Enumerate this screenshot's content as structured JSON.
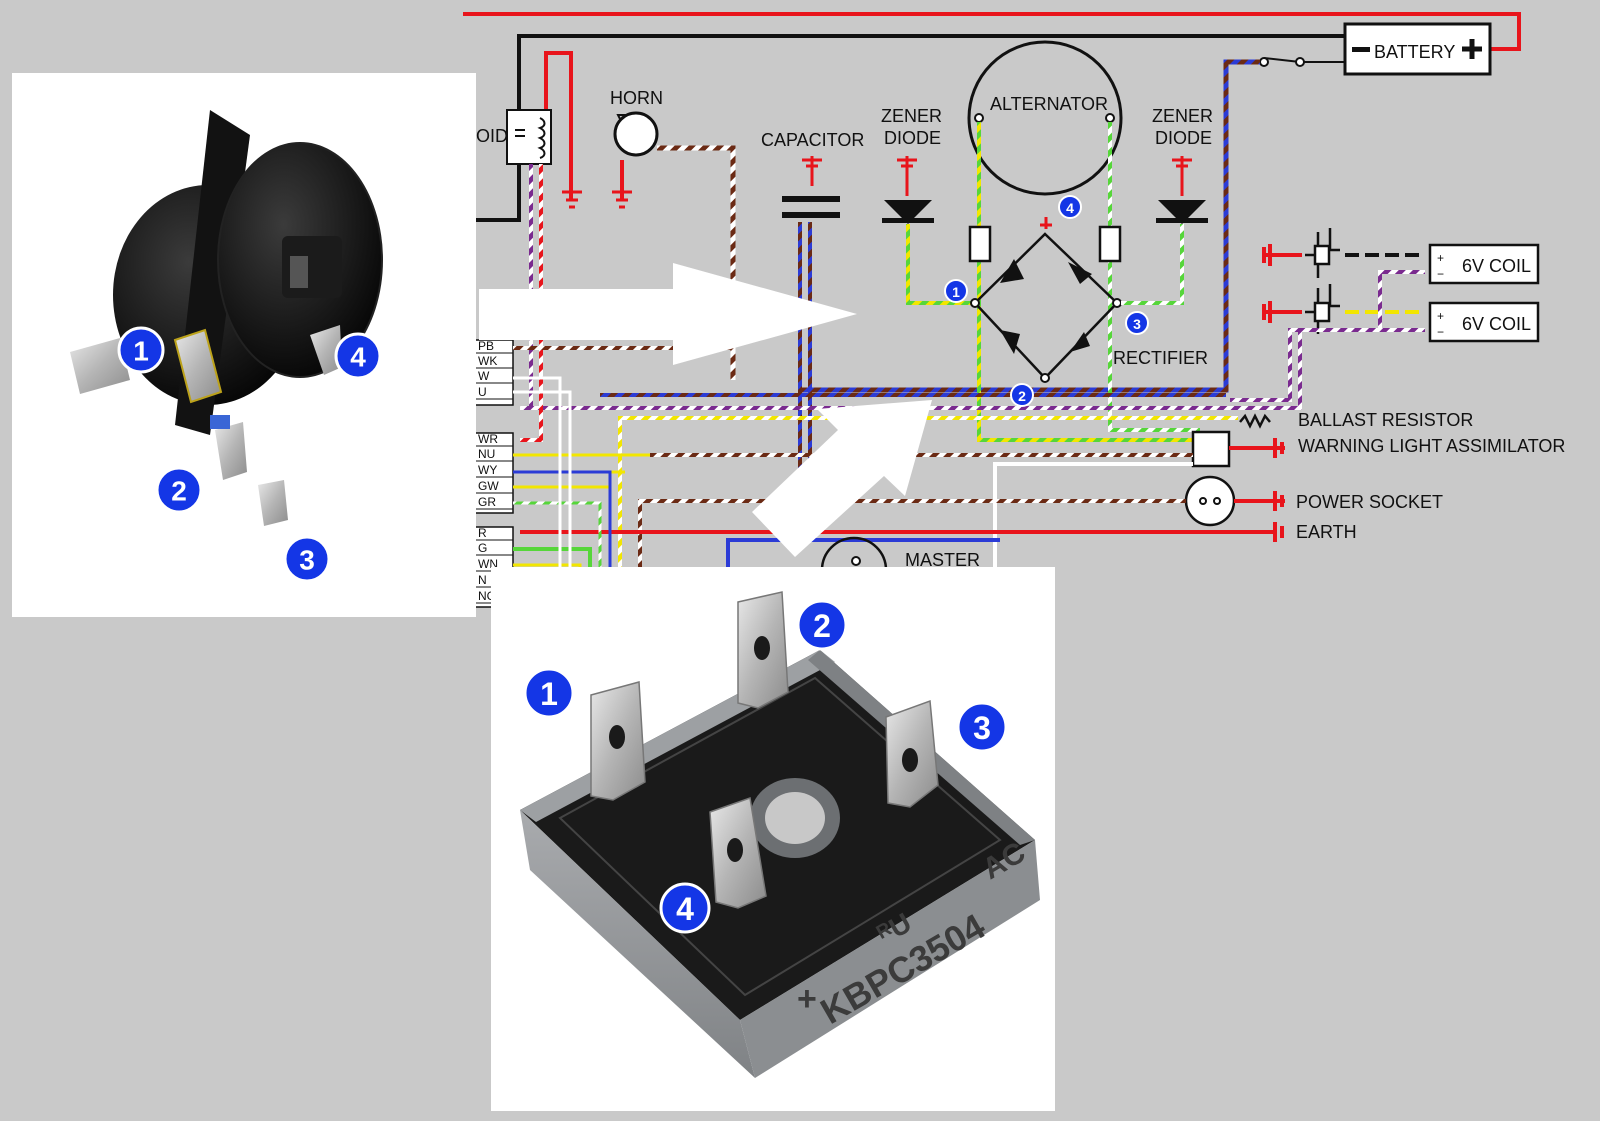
{
  "schematic": {
    "labels": {
      "battery": "BATTERY",
      "horn": "HORN",
      "capacitor": "CAPACITOR",
      "zener_left": [
        "ZENER",
        "DIODE"
      ],
      "zener_right": [
        "ZENER",
        "DIODE"
      ],
      "alternator": "ALTERNATOR",
      "rectifier": "RECTIFIER",
      "solenoid_partial": "OID",
      "coil_top": "6V COIL",
      "coil_bottom": "6V COIL",
      "ballast": "BALLAST RESISTOR",
      "warning": "WARNING LIGHT ASSIMILATOR",
      "power_socket": "POWER SOCKET",
      "earth": "EARTH",
      "master": "MASTER",
      "plus": "+",
      "minus": "−"
    },
    "wire_codes": [
      "PB",
      "WK",
      "W",
      "U",
      "WR",
      "NU",
      "WY",
      "GW",
      "GR",
      "R",
      "G",
      "WN",
      "N",
      "NG"
    ],
    "pin_markers": [
      "1",
      "2",
      "3",
      "4"
    ],
    "colors": {
      "background": "#c9c9c9",
      "red": "#e8141b",
      "black": "#111111",
      "marker_blue": "#1436e6",
      "blue": "#2b3bd6",
      "purple": "#7a2a8f",
      "brown": "#6b2a14",
      "yellow": "#f2e600",
      "green": "#56d63a"
    }
  },
  "photo_left": {
    "pin_labels": [
      "1",
      "2",
      "3",
      "4"
    ]
  },
  "photo_bottom": {
    "pin_labels": [
      "1",
      "2",
      "3",
      "4"
    ],
    "part_number": "KBPC3504",
    "ac_mark": "AC",
    "plus_mark": "+",
    "ul_mark": "ᴿU"
  }
}
